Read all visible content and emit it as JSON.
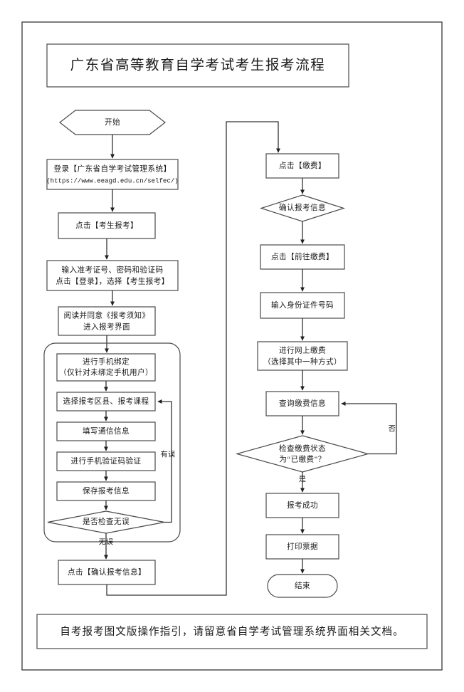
{
  "document": {
    "title": "广东省高等教育自学考试考生报考流程",
    "footer_note": "自考报考图文版操作指引，请留意省自学考试管理系统界面相关文档。"
  },
  "chart_data": {
    "type": "diagram",
    "diagram_kind": "flowchart",
    "title": "广东省高等教育自学考试考生报考流程",
    "orientation": "two-column vertical, left column flows top-to-bottom then into right column top",
    "nodes": [
      {
        "id": "start",
        "shape": "hexagon",
        "column": "left",
        "text": "开始"
      },
      {
        "id": "login",
        "shape": "rect",
        "column": "left",
        "text": "登录【广东省自学考试管理系统】",
        "subtext": "(https://www.eeagd.edu.cn/selfec/)"
      },
      {
        "id": "click-exam",
        "shape": "rect",
        "column": "left",
        "text": "点击【考生报考】"
      },
      {
        "id": "input-cred",
        "shape": "rect",
        "column": "left",
        "text": "输入准考证号、密码和验证码",
        "subtext": "点击【登录】，选择【考生报考】"
      },
      {
        "id": "read-notice",
        "shape": "rect",
        "column": "left",
        "text": "阅读并同意《报考须知》",
        "subtext": "进入报考界面"
      },
      {
        "id": "bind-phone",
        "shape": "rect",
        "column": "left",
        "group": "group-a",
        "text": "进行手机绑定",
        "subtext": "（仅针对未绑定手机用户）"
      },
      {
        "id": "choose-area",
        "shape": "rect",
        "column": "left",
        "group": "group-a",
        "text": "选择报考区县、报考课程"
      },
      {
        "id": "fill-contact",
        "shape": "rect",
        "column": "left",
        "group": "group-a",
        "text": "填写通信信息"
      },
      {
        "id": "verify-sms",
        "shape": "rect",
        "column": "left",
        "group": "group-a",
        "text": "进行手机验证码验证"
      },
      {
        "id": "save-info",
        "shape": "rect",
        "column": "left",
        "group": "group-a",
        "text": "保存报考信息"
      },
      {
        "id": "check-ok",
        "shape": "diamond",
        "column": "left",
        "group": "group-a",
        "text": "是否检查无误"
      },
      {
        "id": "confirm-info",
        "shape": "rect",
        "column": "left",
        "text": "点击【确认报考信息】"
      },
      {
        "id": "click-pay",
        "shape": "rect",
        "column": "right",
        "text": "点击【缴费】"
      },
      {
        "id": "confirm-reg",
        "shape": "diamond",
        "column": "right",
        "text": "确认报考信息"
      },
      {
        "id": "goto-pay",
        "shape": "rect",
        "column": "right",
        "text": "点击【前往缴费】"
      },
      {
        "id": "input-id",
        "shape": "rect",
        "column": "right",
        "text": "输入身份证件号码"
      },
      {
        "id": "online-pay",
        "shape": "rect",
        "column": "right",
        "text": "进行网上缴费",
        "subtext": "（选择其中一种方式）"
      },
      {
        "id": "query-pay",
        "shape": "rect",
        "column": "right",
        "text": "查询缴费信息"
      },
      {
        "id": "check-status",
        "shape": "diamond",
        "column": "right",
        "text": "检查缴费状态",
        "subtext": "为“已缴费”？"
      },
      {
        "id": "reg-success",
        "shape": "rect",
        "column": "right",
        "text": "报考成功"
      },
      {
        "id": "print-ticket",
        "shape": "rect",
        "column": "right",
        "text": "打印票据"
      },
      {
        "id": "end",
        "shape": "stadium",
        "column": "right",
        "text": "结束"
      }
    ],
    "edge_labels": [
      {
        "id": "label-error",
        "text": "有误",
        "from": "check-ok",
        "to": "choose-area"
      },
      {
        "id": "label-no-error",
        "text": "无误",
        "from": "check-ok",
        "to": "confirm-info"
      },
      {
        "id": "label-no",
        "text": "否",
        "from": "check-status",
        "to": "query-pay"
      },
      {
        "id": "label-yes",
        "text": "是",
        "from": "check-status",
        "to": "reg-success"
      }
    ]
  },
  "colors": {
    "page_background": "#ffffff",
    "frame_stroke": "#444444",
    "shape_stroke": "#4a4a4a",
    "connector_stroke": "#333333",
    "text": "#1a1a1a"
  }
}
